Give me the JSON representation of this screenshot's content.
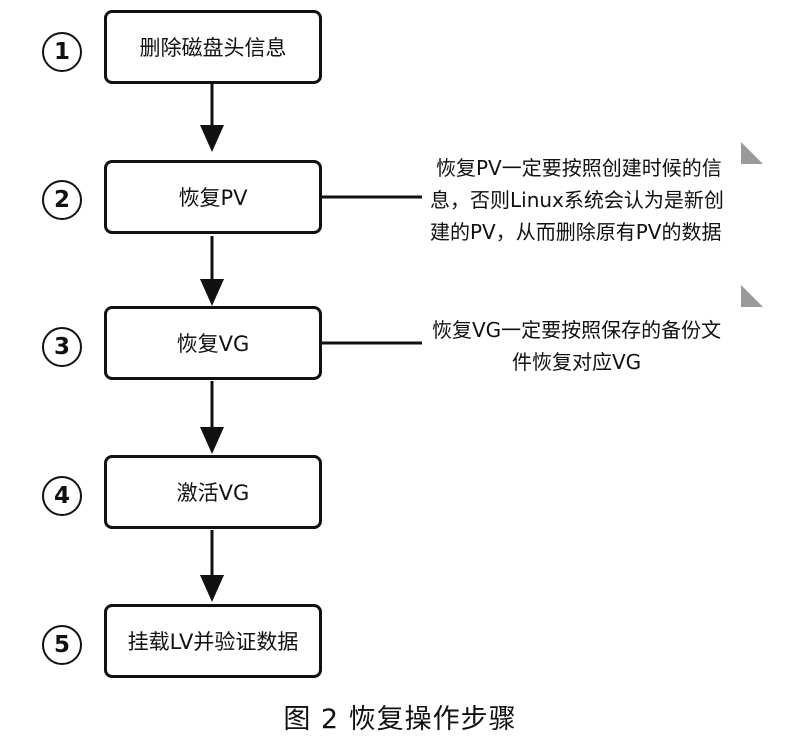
{
  "steps": [
    {
      "number": "1",
      "label": "删除磁盘头信息"
    },
    {
      "number": "2",
      "label": "恢复PV"
    },
    {
      "number": "3",
      "label": "恢复VG"
    },
    {
      "number": "4",
      "label": "激活VG"
    },
    {
      "number": "5",
      "label": "挂载LV并验证数据"
    }
  ],
  "notes": [
    {
      "lines": [
        "恢复PV一定要按照创建时候的信",
        "息，否则Linux系统会认为是新创",
        "建的PV，从而删除原有PV的数据"
      ]
    },
    {
      "lines": [
        "恢复VG一定要按照保存的备份文",
        "件恢复对应VG"
      ]
    }
  ],
  "caption": "图 2  恢复操作步骤",
  "colors": {
    "stroke": "#111111",
    "corner_mark": "#9a9a9a",
    "background": "#ffffff"
  }
}
